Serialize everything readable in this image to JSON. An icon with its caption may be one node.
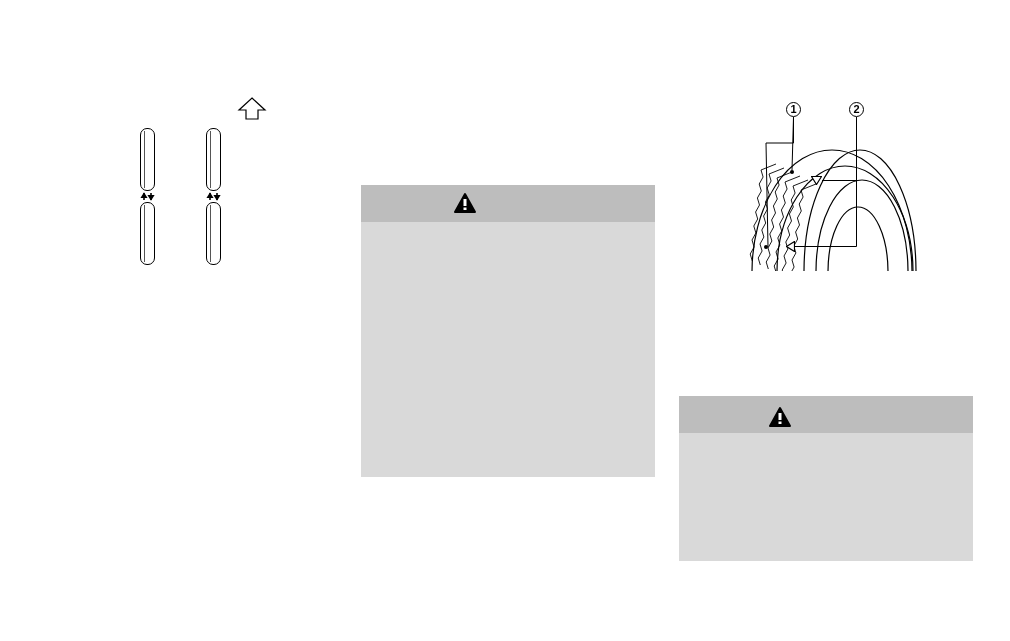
{
  "diagram": {
    "nodes": [
      {
        "text": [],
        "shape": "bar"
      },
      {
        "text": [],
        "shape": "bar"
      },
      {
        "text": [],
        "shape": "bar"
      },
      {
        "text": [],
        "shape": "bar"
      },
      {
        "text": [
          "1"
        ]
      },
      {
        "text": [
          "2"
        ]
      },
      {
        "text": [],
        "shape": "circle"
      },
      {
        "text": [],
        "shape": "circle"
      },
      {
        "text": [],
        "shape": "triangle"
      },
      {
        "text": [],
        "shape": "triangle"
      }
    ],
    "edges": [
      {
        "from": 2,
        "to": 0,
        "arrow": "to"
      },
      {
        "from": 0,
        "to": 2,
        "arrow": "to"
      },
      {
        "from": 3,
        "to": 1,
        "arrow": "to"
      },
      {
        "from": 1,
        "to": 3,
        "arrow": "to"
      },
      {
        "from": 4,
        "to": 6,
        "arrow": "none"
      },
      {
        "from": 4,
        "to": 7,
        "arrow": "none"
      },
      {
        "from": 5,
        "to": 8,
        "arrow": "none"
      },
      {
        "from": 5,
        "to": 9,
        "arrow": "none"
      }
    ]
  }
}
